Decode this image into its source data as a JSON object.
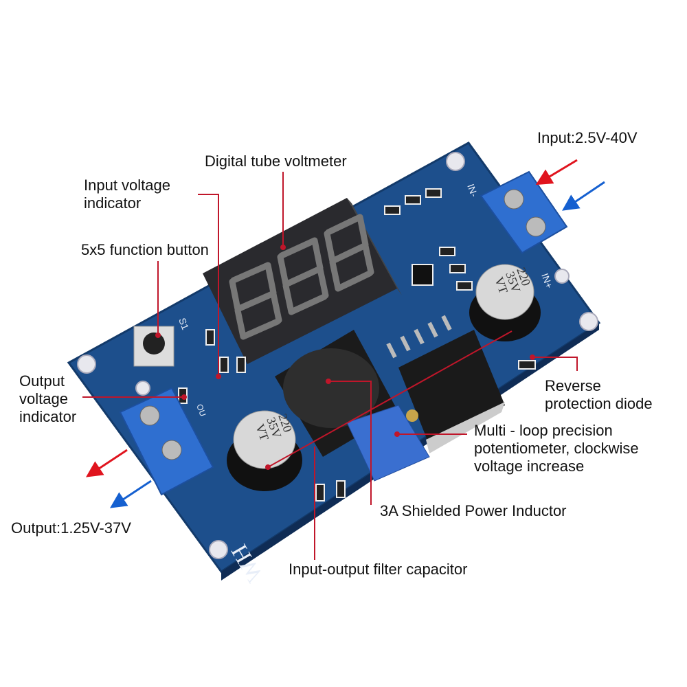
{
  "labels": {
    "input_range": "Input:2.5V-40V",
    "digital_voltmeter": "Digital tube voltmeter",
    "input_indicator_1": "Input voltage",
    "input_indicator_2": "indicator",
    "function_button": "5x5 function button",
    "output_indicator_1": "Output",
    "output_indicator_2": "voltage",
    "output_indicator_3": "indicator",
    "reverse_diode_1": "Reverse",
    "reverse_diode_2": "protection diode",
    "potentiometer_1": "Multi - loop precision",
    "potentiometer_2": "potentiometer, clockwise",
    "potentiometer_3": "voltage increase",
    "inductor": "3A Shielded Power Inductor",
    "output_range": "Output:1.25V-37V",
    "filter_capacitor": "Input-output filter capacitor"
  },
  "board_markings": {
    "brand": "HW",
    "capacitor_value": "220",
    "capacitor_voltage": "35V",
    "capacitor_series": "VT",
    "button_ref": "S1",
    "in_plus": "IN+",
    "in_minus": "IN-",
    "out": "OU"
  },
  "colors": {
    "pcb": "#1d4f8c",
    "terminal": "#2f6fd0",
    "leader": "#c0162a",
    "arrow_red": "#e0141e",
    "arrow_blue": "#1560d0"
  }
}
